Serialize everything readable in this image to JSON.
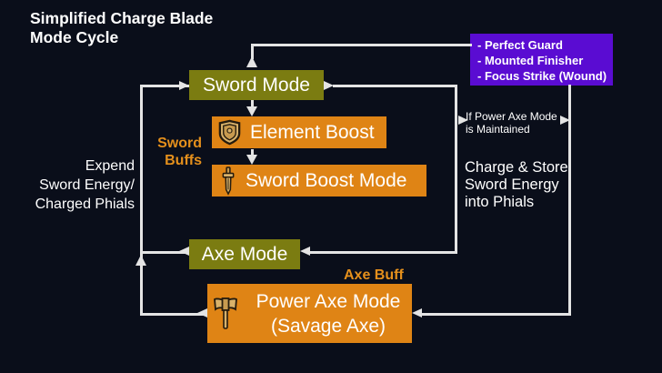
{
  "title": {
    "line1": "Simplified Charge Blade",
    "line2": "Mode Cycle"
  },
  "moves_box": {
    "items": [
      "- Perfect Guard",
      "- Mounted Finisher",
      "- Focus Strike (Wound)"
    ]
  },
  "nodes": {
    "sword_mode": {
      "label": "Sword Mode"
    },
    "element_boost": {
      "label": "Element Boost",
      "icon": "shield-icon"
    },
    "sword_boost_mode": {
      "label": "Sword Boost Mode",
      "icon": "sword-icon"
    },
    "axe_mode": {
      "label": "Axe Mode"
    },
    "power_axe_mode": {
      "line1": "Power Axe Mode",
      "line2": "(Savage Axe)",
      "icon": "axe-icon"
    }
  },
  "labels": {
    "sword_buffs": {
      "line1": "Sword",
      "line2": "Buffs"
    },
    "axe_buff": "Axe Buff",
    "expend": {
      "line1": "Expend",
      "line2": "Sword Energy/",
      "line3": "Charged Phials"
    },
    "if_maintained": {
      "line1": "If Power Axe Mode",
      "line2": "is Maintained"
    },
    "charge_store": {
      "line1": "Charge & Store",
      "line2": "Sword Energy",
      "line3": "into Phials"
    }
  },
  "colors": {
    "background": "#0a0e1a",
    "olive": "#7b7c11",
    "orange": "#df8415",
    "purple": "#5a0cd2",
    "label_orange": "#e5901c",
    "line": "#e4e4e4",
    "text": "#ffffff"
  }
}
